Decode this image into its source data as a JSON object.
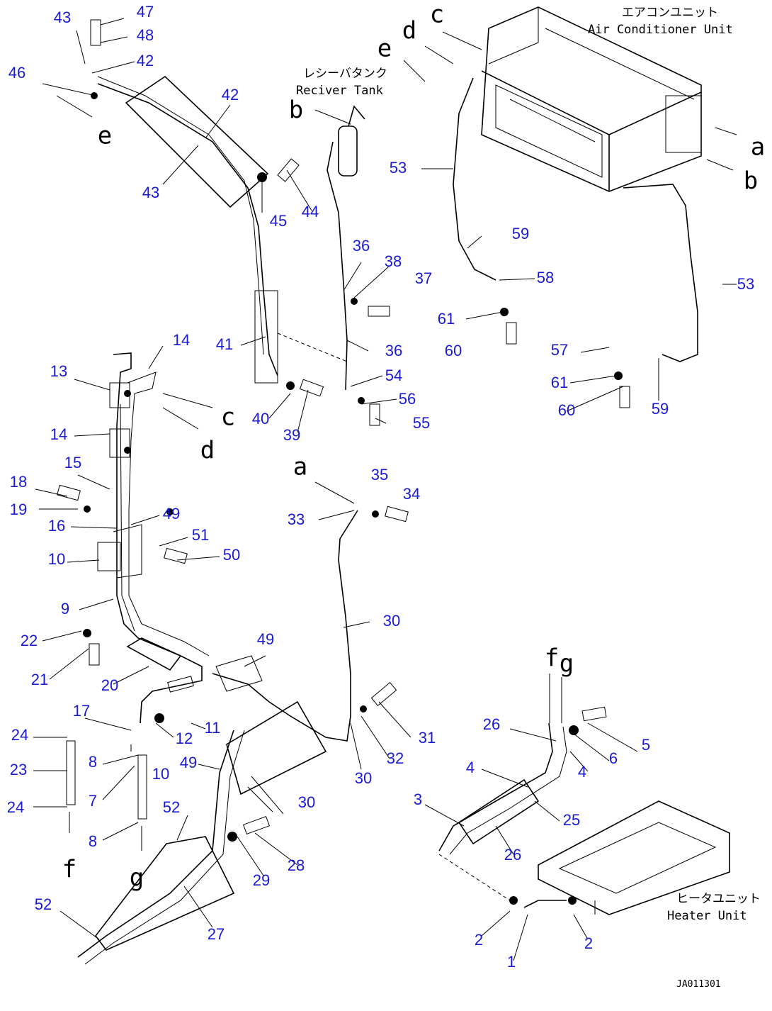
{
  "captions": {
    "ac_jp": "エアコンユニット",
    "ac_en": "Air Conditioner Unit",
    "rt_jp": "レシーバタンク",
    "rt_en": "Reciver Tank",
    "hu_jp": "ヒータユニット",
    "hu_en": "Heater Unit"
  },
  "drawing_code": "JA011301",
  "part_numbers": [
    {
      "id": "p47",
      "text": "47"
    },
    {
      "id": "p43a",
      "text": "43"
    },
    {
      "id": "p48",
      "text": "48"
    },
    {
      "id": "p42a",
      "text": "42"
    },
    {
      "id": "p46",
      "text": "46"
    },
    {
      "id": "p42b",
      "text": "42"
    },
    {
      "id": "p43b",
      "text": "43"
    },
    {
      "id": "p45",
      "text": "45"
    },
    {
      "id": "p44",
      "text": "44"
    },
    {
      "id": "p53a",
      "text": "53"
    },
    {
      "id": "p59a",
      "text": "59"
    },
    {
      "id": "p58",
      "text": "58"
    },
    {
      "id": "p61a",
      "text": "61"
    },
    {
      "id": "p60a",
      "text": "60"
    },
    {
      "id": "p53b",
      "text": "53"
    },
    {
      "id": "p57",
      "text": "57"
    },
    {
      "id": "p61b",
      "text": "61"
    },
    {
      "id": "p60b",
      "text": "60"
    },
    {
      "id": "p59b",
      "text": "59"
    },
    {
      "id": "p36a",
      "text": "36"
    },
    {
      "id": "p38",
      "text": "38"
    },
    {
      "id": "p37",
      "text": "37"
    },
    {
      "id": "p41",
      "text": "41"
    },
    {
      "id": "p36b",
      "text": "36"
    },
    {
      "id": "p54",
      "text": "54"
    },
    {
      "id": "p56",
      "text": "56"
    },
    {
      "id": "p55",
      "text": "55"
    },
    {
      "id": "p40",
      "text": "40"
    },
    {
      "id": "p39",
      "text": "39"
    },
    {
      "id": "p14a",
      "text": "14"
    },
    {
      "id": "p13",
      "text": "13"
    },
    {
      "id": "p14b",
      "text": "14"
    },
    {
      "id": "p15",
      "text": "15"
    },
    {
      "id": "p18",
      "text": "18"
    },
    {
      "id": "p19",
      "text": "19"
    },
    {
      "id": "p16",
      "text": "16"
    },
    {
      "id": "p49a",
      "text": "49"
    },
    {
      "id": "p51",
      "text": "51"
    },
    {
      "id": "p50",
      "text": "50"
    },
    {
      "id": "p10a",
      "text": "10"
    },
    {
      "id": "p9",
      "text": "9"
    },
    {
      "id": "p22",
      "text": "22"
    },
    {
      "id": "p21",
      "text": "21"
    },
    {
      "id": "p20",
      "text": "20"
    },
    {
      "id": "p35",
      "text": "35"
    },
    {
      "id": "p34",
      "text": "34"
    },
    {
      "id": "p33",
      "text": "33"
    },
    {
      "id": "p30a",
      "text": "30"
    },
    {
      "id": "p49b",
      "text": "49"
    },
    {
      "id": "p11",
      "text": "11"
    },
    {
      "id": "p12",
      "text": "12"
    },
    {
      "id": "p17",
      "text": "17"
    },
    {
      "id": "p10b",
      "text": "10"
    },
    {
      "id": "p24a",
      "text": "24"
    },
    {
      "id": "p8a",
      "text": "8"
    },
    {
      "id": "p23",
      "text": "23"
    },
    {
      "id": "p7",
      "text": "7"
    },
    {
      "id": "p24b",
      "text": "24"
    },
    {
      "id": "p8b",
      "text": "8"
    },
    {
      "id": "p49c",
      "text": "49"
    },
    {
      "id": "p30b",
      "text": "30"
    },
    {
      "id": "p31",
      "text": "31"
    },
    {
      "id": "p32",
      "text": "32"
    },
    {
      "id": "p30c",
      "text": "30"
    },
    {
      "id": "p52a",
      "text": "52"
    },
    {
      "id": "p29",
      "text": "29"
    },
    {
      "id": "p28",
      "text": "28"
    },
    {
      "id": "p52b",
      "text": "52"
    },
    {
      "id": "p27",
      "text": "27"
    },
    {
      "id": "p26a",
      "text": "26"
    },
    {
      "id": "p5",
      "text": "5"
    },
    {
      "id": "p6",
      "text": "6"
    },
    {
      "id": "p4a",
      "text": "4"
    },
    {
      "id": "p4b",
      "text": "4"
    },
    {
      "id": "p3",
      "text": "3"
    },
    {
      "id": "p25",
      "text": "25"
    },
    {
      "id": "p26b",
      "text": "26"
    },
    {
      "id": "p2a",
      "text": "2"
    },
    {
      "id": "p2b",
      "text": "2"
    },
    {
      "id": "p1",
      "text": "1"
    }
  ],
  "refs": [
    {
      "id": "rc_top",
      "text": "c"
    },
    {
      "id": "rd_top",
      "text": "d"
    },
    {
      "id": "re_top",
      "text": "e"
    },
    {
      "id": "re_left",
      "text": "e"
    },
    {
      "id": "rb_tank",
      "text": "b"
    },
    {
      "id": "ra_right",
      "text": "a"
    },
    {
      "id": "rb_right",
      "text": "b"
    },
    {
      "id": "rc_mid",
      "text": "c"
    },
    {
      "id": "rd_mid",
      "text": "d"
    },
    {
      "id": "ra_mid",
      "text": "a"
    },
    {
      "id": "rf_heater",
      "text": "f"
    },
    {
      "id": "rg_heater",
      "text": "g"
    },
    {
      "id": "rf_bottom",
      "text": "f"
    },
    {
      "id": "rg_bottom",
      "text": "g"
    }
  ],
  "colors": {
    "callout": "#1a1ad6",
    "linework": "#000000",
    "background": "#ffffff"
  }
}
